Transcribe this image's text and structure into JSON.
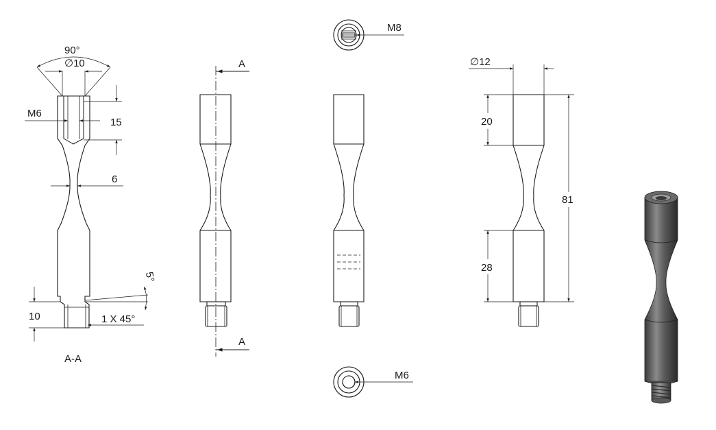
{
  "section_view": {
    "angle_label": "90°",
    "dia_label": "∅10",
    "thread_label": "M6",
    "depth_label": "15",
    "neck_label": "6",
    "height_label": "10",
    "chamfer_label": "1 X 45°",
    "taper_label": "5°",
    "caption": "A-A"
  },
  "front_view": {
    "section_mark_top": "A",
    "section_mark_bottom": "A"
  },
  "top_view": {
    "thread_label": "M8"
  },
  "bottom_view": {
    "thread_label": "M6"
  },
  "side_view": {
    "dia_label": "∅12",
    "top_len_label": "20",
    "bottom_len_label": "28",
    "total_len_label": "81"
  }
}
